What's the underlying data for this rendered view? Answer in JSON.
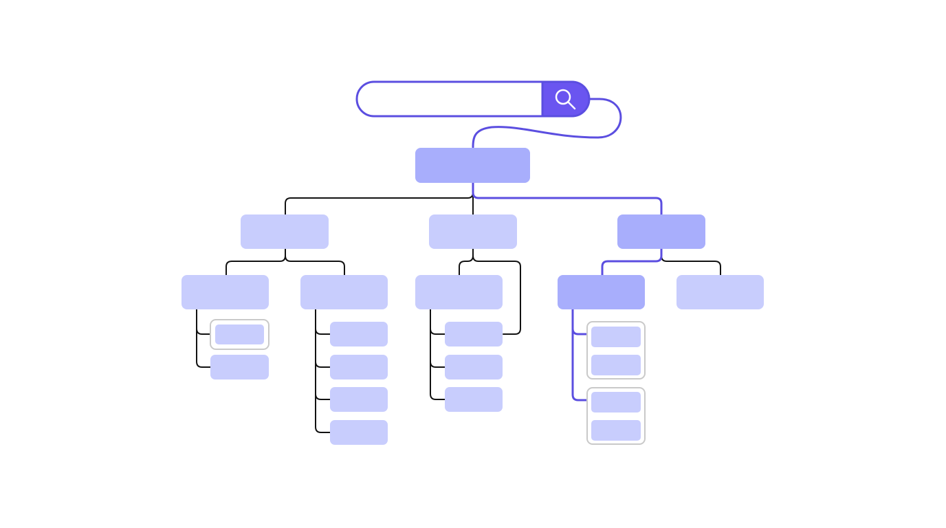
{
  "colors": {
    "background": "#ffffff",
    "accent": "#6a55f0",
    "highlight_path": "#5b4ee0",
    "connector": "#111111",
    "node_light": "#c8cdfd",
    "node_dark": "#a8aefc",
    "group_outline": "#c9c9c9",
    "search_border": "#5b4ee0",
    "search_button": "#6a55f0",
    "search_icon": "#ffffff"
  },
  "search": {
    "placeholder": "",
    "value": "",
    "icon": "search-icon"
  },
  "tree": {
    "root": {
      "id": "root",
      "highlighted": true
    },
    "branches": [
      {
        "id": "branch-1",
        "highlighted": false,
        "children": 2
      },
      {
        "id": "branch-2",
        "highlighted": false,
        "children": 1
      },
      {
        "id": "branch-3",
        "highlighted": true,
        "children": 2
      }
    ],
    "highlighted_route": [
      "search",
      "root",
      "branch-3",
      "branch-3-sub-1",
      "group-1",
      "group-2"
    ]
  }
}
